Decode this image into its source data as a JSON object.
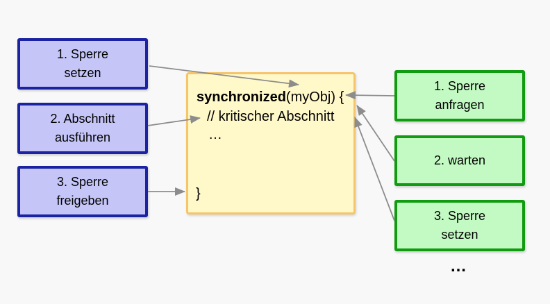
{
  "page": {
    "background": "#f8f8f8",
    "arrow_color": "#8c8c8c"
  },
  "left_steps": {
    "fill": "#c5c5f8",
    "border": "#1b23a2",
    "boxes": [
      {
        "line1": "1. Sperre",
        "line2": "setzen"
      },
      {
        "line1": "2. Abschnitt",
        "line2": "ausführen"
      },
      {
        "line1": "3. Sperre",
        "line2": "freigeben"
      }
    ]
  },
  "code_box": {
    "fill": "#fff8c9",
    "border": "#f6c46a",
    "line1_bold": "synchronized",
    "line1_rest": "(myObj) {",
    "line2": "// kritischer Abschnitt",
    "line3": "…",
    "line4": "}"
  },
  "right_steps": {
    "fill": "#c3fac3",
    "border": "#119b11",
    "boxes": [
      {
        "line1": "1. Sperre",
        "line2": "anfragen"
      },
      {
        "line1": "2. warten",
        "line2": ""
      },
      {
        "line1": "3. Sperre",
        "line2": "setzen"
      }
    ],
    "ellipsis": "…"
  }
}
